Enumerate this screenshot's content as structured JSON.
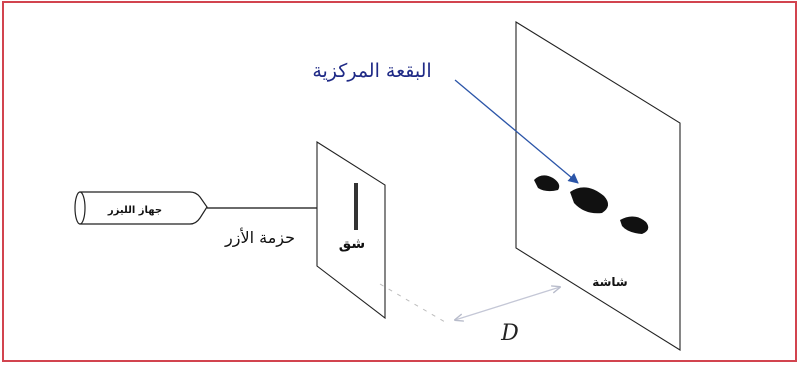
{
  "diagram": {
    "labels": {
      "laser_device": "جهاز الليزر",
      "laser_beam": "حزمة الأزر",
      "slit": "شق",
      "central_spot": "البقعة المركزية",
      "screen": "شاشة",
      "distance": "D"
    },
    "colors": {
      "frame_border": "#d2444f",
      "label_blue": "#1f2a86",
      "arrow_blue": "#2b55a8",
      "distance_arrow": "#c4c7d6",
      "ink": "#111111"
    }
  }
}
